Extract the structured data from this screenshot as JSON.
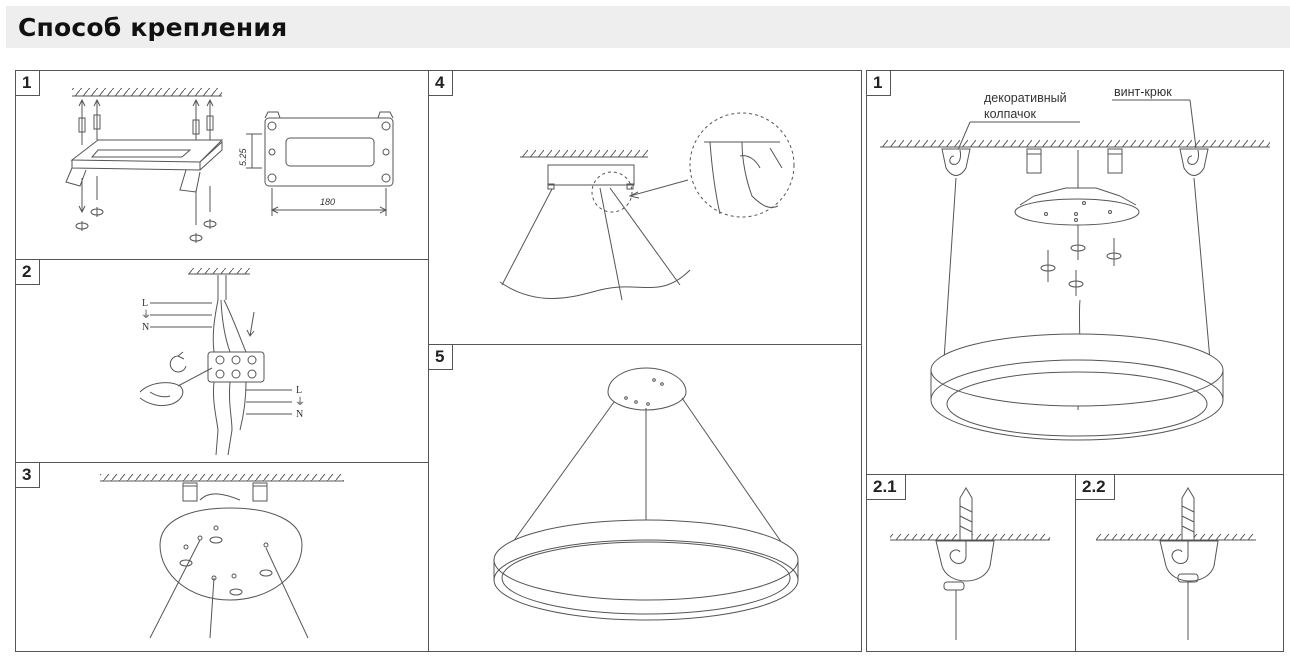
{
  "header": {
    "title": "Способ крепления"
  },
  "steps": {
    "s1": "1",
    "s2": "2",
    "s3": "3",
    "s4": "4",
    "s5": "5",
    "r1": "1",
    "r21": "2.1",
    "r22": "2.2"
  },
  "dimensions": {
    "height": "5.25",
    "width": "180"
  },
  "wires": {
    "l": "L",
    "ground": "⏚",
    "n": "N"
  },
  "labels": {
    "decor_line1": "декоративный",
    "decor_line2": "колпачок",
    "hook": "винт-крюк"
  },
  "colors": {
    "line": "#555555",
    "header_bg": "#eeeeee"
  }
}
